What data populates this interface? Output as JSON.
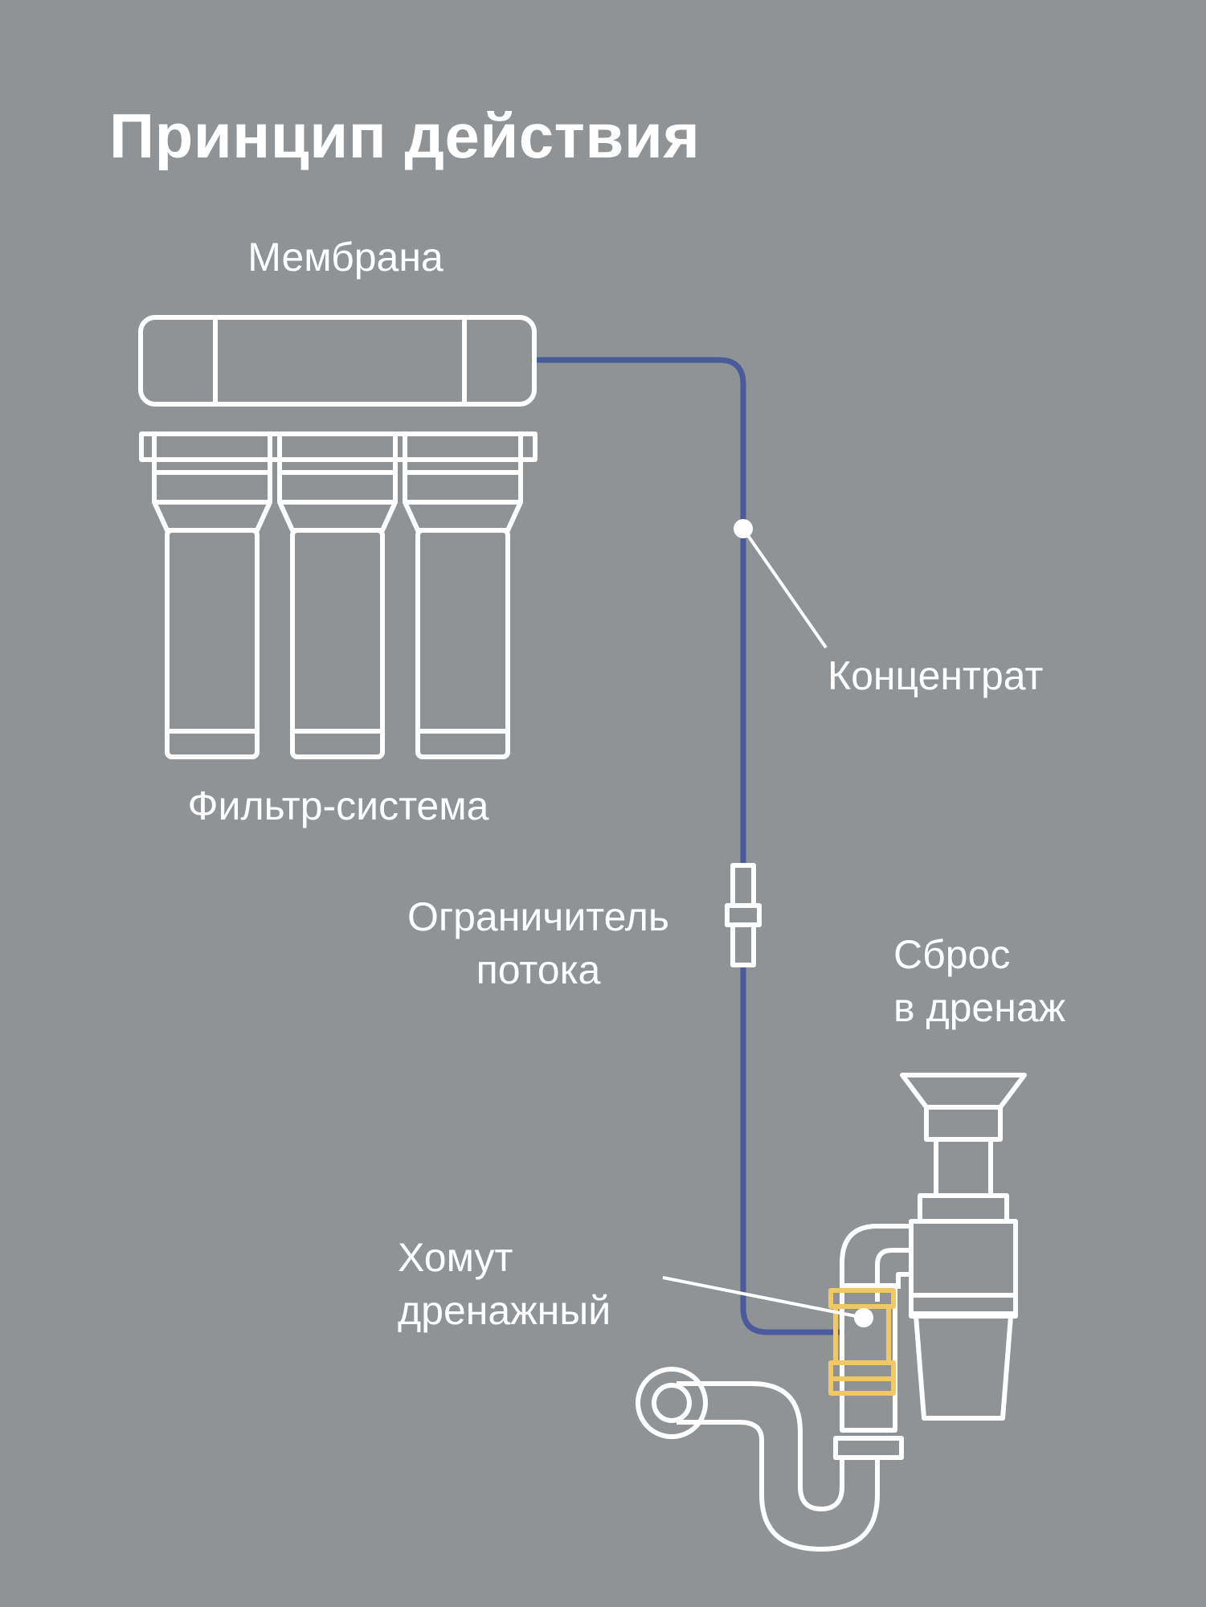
{
  "title": "Принцип действия",
  "labels": {
    "membrane": "Мембрана",
    "filter_system": "Фильтр-система",
    "concentrate": "Концентрат",
    "flow_limiter_line1": "Ограничитель",
    "flow_limiter_line2": "потока",
    "drain_line1": "Сброс",
    "drain_line2": "в дренаж",
    "clamp_line1": "Хомут",
    "clamp_line2": "дренажный"
  },
  "colors": {
    "background": "#909395",
    "outline": "#ffffff",
    "tube": "#4a5a9c",
    "clamp": "#f2c766"
  }
}
